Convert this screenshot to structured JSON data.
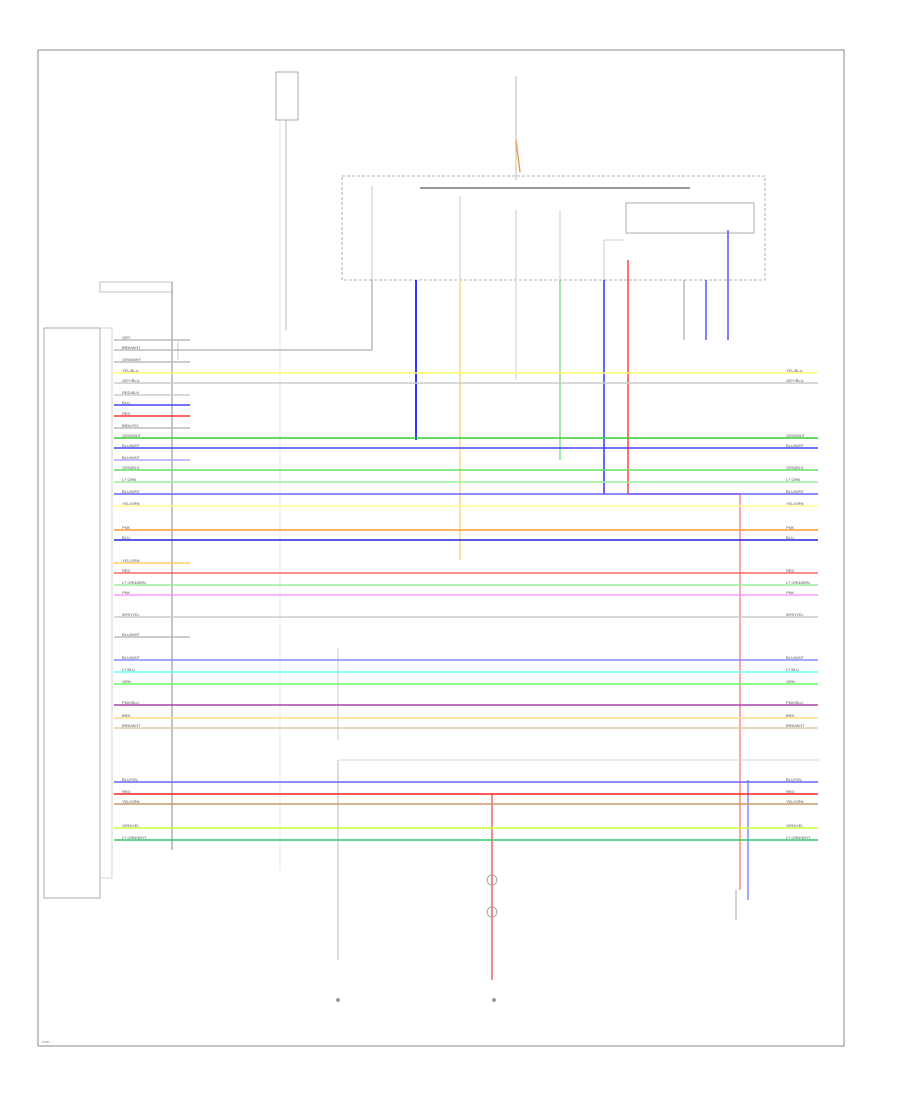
{
  "wires": [
    {
      "label": "GRY",
      "color": "#bbbbbb"
    },
    {
      "label": "BRN/WHT",
      "color": "#bbbbbb"
    },
    {
      "label": "GRN/WHT",
      "color": "#bbbbbb"
    },
    {
      "label": "YEL/BLU",
      "color": "#ffff66"
    },
    {
      "label": "GRY/BLU",
      "color": "#cccccc"
    },
    {
      "label": "RED/BLK",
      "color": "#cccccc"
    },
    {
      "label": "BLU",
      "color": "#4444ff"
    },
    {
      "label": "RED",
      "color": "#ff3333"
    },
    {
      "label": "BRN/YEL",
      "color": "#bbbbbb"
    },
    {
      "label": "GRN/WHT",
      "color": "#33cc33"
    },
    {
      "label": "BLU/WHT",
      "color": "#4444ff"
    },
    {
      "label": "BLU/WHT",
      "color": "#aaaaff"
    },
    {
      "label": "GRN/BLK",
      "color": "#66dd66"
    },
    {
      "label": "LT GRN",
      "color": "#99ee99"
    },
    {
      "label": "BLU/WHT",
      "color": "#6666ff"
    },
    {
      "label": "YEL/GRN",
      "color": "#ffff88"
    },
    {
      "label": "PNK",
      "color": "#ff9933"
    },
    {
      "label": "BLU",
      "color": "#2222dd"
    },
    {
      "label": "YEL/GRN",
      "color": "#ffcc66"
    },
    {
      "label": "RED",
      "color": "#ff6666"
    },
    {
      "label": "LT GRN/BRN",
      "color": "#99ee99"
    },
    {
      "label": "PNK",
      "color": "#ff99ff"
    },
    {
      "label": "WHT/YEL",
      "color": "#cccccc"
    },
    {
      "label": "BLU/WHT",
      "color": "#bbbbbb"
    },
    {
      "label": "BLU/WHT",
      "color": "#8888ff"
    },
    {
      "label": "LT BLU",
      "color": "#66ffff"
    },
    {
      "label": "GRN",
      "color": "#66ff66"
    },
    {
      "label": "PNK/BLU",
      "color": "#aa44aa"
    },
    {
      "label": "BRN",
      "color": "#ffdd88"
    },
    {
      "label": "BRN/WHT",
      "color": "#ddccaa"
    },
    {
      "label": "BLU/YEL",
      "color": "#6666ff"
    },
    {
      "label": "RED",
      "color": "#ff2222"
    },
    {
      "label": "YEL/GRN",
      "color": "#cc9966"
    },
    {
      "label": "GRN/YEL",
      "color": "#ccff33"
    },
    {
      "label": "LT GRN/WHT",
      "color": "#33cc66"
    }
  ]
}
